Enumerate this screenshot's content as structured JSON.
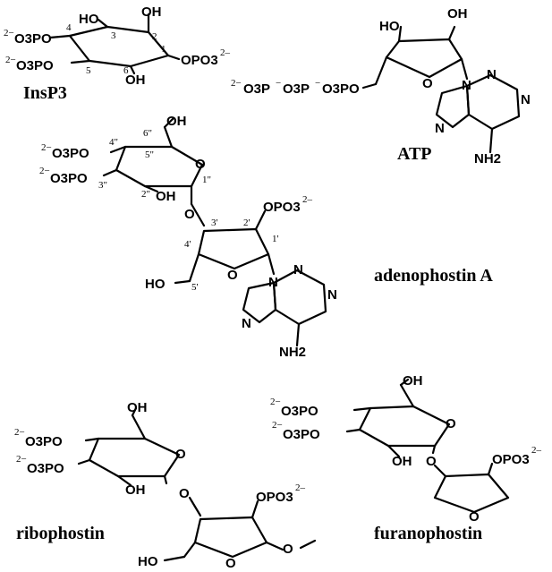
{
  "labels": {
    "insp3": "InsP3",
    "atp": "ATP",
    "adenophostin": "adenophostin A",
    "ribophostin": "ribophostin",
    "furanophostin": "furanophostin"
  },
  "groups": {
    "ho": "HO",
    "oh": "OH",
    "o3po": "O3PO",
    "opo3": "OPO3",
    "o3p": "O3P",
    "nh2": "NH2",
    "n": "N",
    "o": "O"
  },
  "charges": {
    "dianion": "2−",
    "dianion_hyphen": "2–",
    "minus": "−"
  },
  "insp3_positions": [
    "1",
    "2",
    "3",
    "4",
    "5",
    "6"
  ],
  "adenophostin_positions": [
    "1\"",
    "2\"",
    "3\"",
    "4\"",
    "5\"",
    "6\"",
    "1'",
    "2'",
    "3'",
    "4'",
    "5'"
  ]
}
